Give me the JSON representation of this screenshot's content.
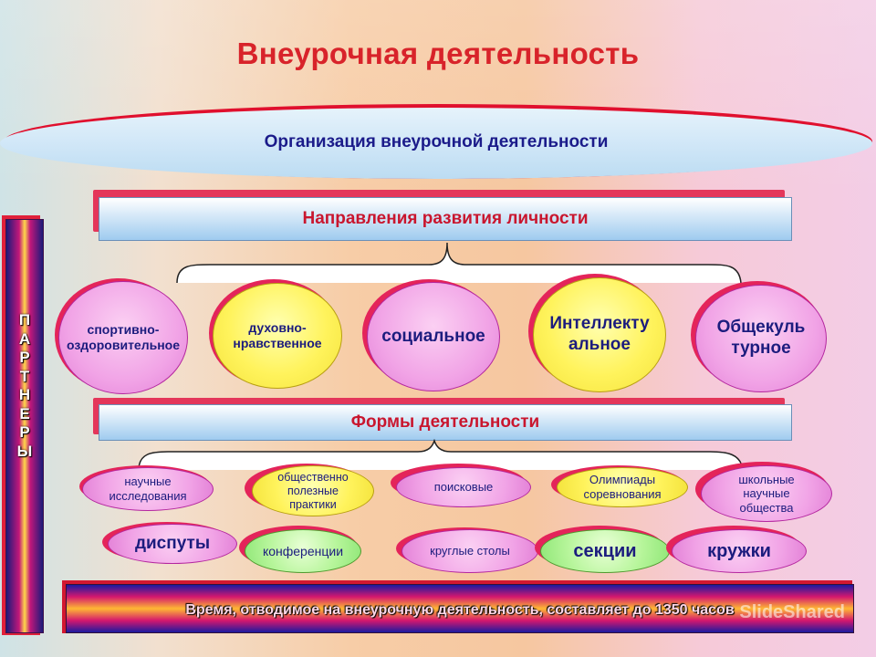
{
  "title": "Внеурочная деятельность",
  "organization": "Организация внеурочной деятельности",
  "directions_header": "Направления развития личности",
  "directions": [
    "спортивно-оздоровительное",
    "духовно-нравственное",
    "социальное",
    "Интеллекту альное",
    "Общекуль турное"
  ],
  "forms_header": "Формы деятельности",
  "forms_row1": [
    "научные исследования",
    "общественно полезные практики",
    "поисковые",
    "Олимпиады соревнования",
    "школьные научные общества"
  ],
  "forms_row2": [
    "диспуты",
    "конференции",
    "круглые столы",
    "секции",
    "кружки"
  ],
  "partners_letters": [
    "П",
    "А",
    "Р",
    "Т",
    "Н",
    "Е",
    "Р",
    "Ы"
  ],
  "time_note": "Время, отводимое на внеурочную деятельность, составляет до 1350 часов",
  "watermark": "SlideShared",
  "colors": {
    "title": "#d8232a",
    "header_text": "#c9162e",
    "bubble_text": "#1c1c7e",
    "shadow": "#e4245a",
    "pink": "#f1a3e6",
    "yellow": "#fff35c",
    "green": "#b6f59a"
  }
}
